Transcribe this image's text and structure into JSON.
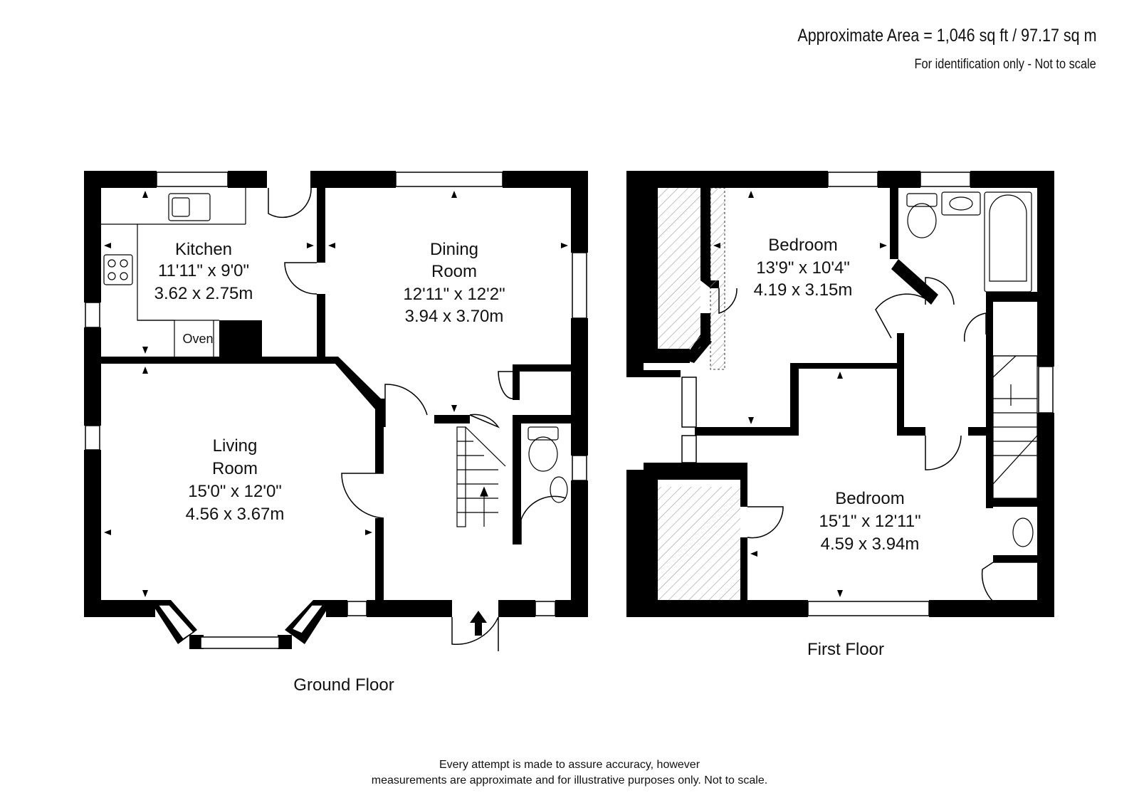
{
  "header": {
    "approx_area": "Approximate Area = 1,046 sq ft / 97.17 sq m",
    "identification": "For identification only - Not to scale"
  },
  "ground_floor": {
    "label": "Ground Floor",
    "kitchen": {
      "name": "Kitchen",
      "imperial": "11'11\" x 9'0\"",
      "metric": "3.62 x 2.75m"
    },
    "oven": "Oven",
    "dining_room": {
      "name_1": "Dining",
      "name_2": "Room",
      "imperial": "12'11\" x 12'2\"",
      "metric": "3.94 x 3.70m"
    },
    "living_room": {
      "name_1": "Living",
      "name_2": "Room",
      "imperial": "15'0\" x 12'0\"",
      "metric": "4.56 x 3.67m"
    }
  },
  "first_floor": {
    "label": "First Floor",
    "bedroom_1": {
      "name": "Bedroom",
      "imperial": "13'9\" x 10'4\"",
      "metric": "4.19 x 3.15m"
    },
    "bedroom_2": {
      "name": "Bedroom",
      "imperial": "15'1\" x 12'11\"",
      "metric": "4.59 x 3.94m"
    }
  },
  "footer": {
    "line_1": "Every attempt is made to assure accuracy, however",
    "line_2": "measurements are approximate and for illustrative purposes only. Not to scale."
  },
  "colors": {
    "wall": "#000000",
    "background": "#ffffff",
    "hatch": "#9a9a9a"
  }
}
